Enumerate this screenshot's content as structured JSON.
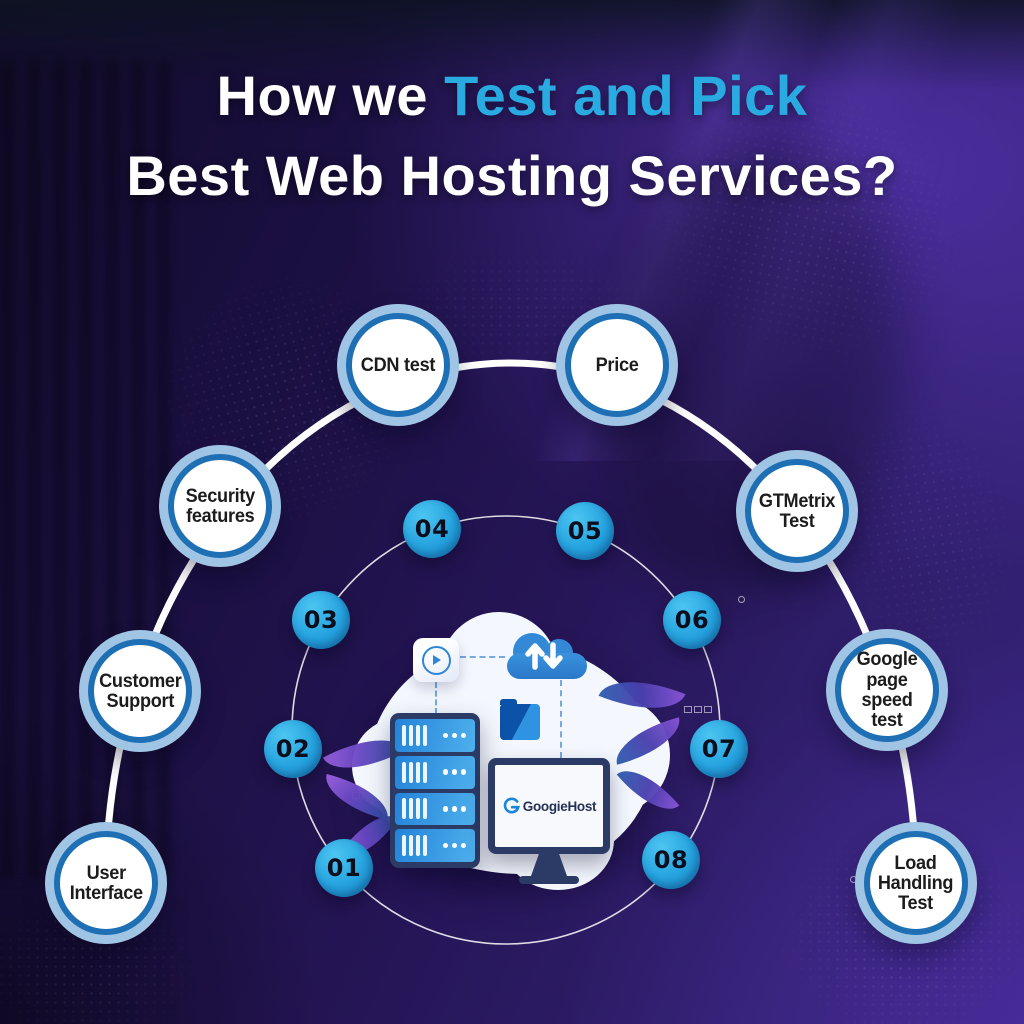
{
  "title": {
    "line1_prefix": "How we",
    "line1_highlight": "Test and Pick",
    "line2": "Best Web Hosting Services?"
  },
  "steps": [
    {
      "number": "01",
      "label": "User\nInterface"
    },
    {
      "number": "02",
      "label": "Customer\nSupport"
    },
    {
      "number": "03",
      "label": "Security\nfeatures"
    },
    {
      "number": "04",
      "label": "CDN test"
    },
    {
      "number": "05",
      "label": "Price"
    },
    {
      "number": "06",
      "label": "GTMetrix\nTest"
    },
    {
      "number": "07",
      "label": "Google\npage speed\ntest"
    },
    {
      "number": "08",
      "label": "Load\nHandling\nTest"
    }
  ],
  "center_illustration": {
    "brand": "GoogieHost",
    "icons": [
      "video-player-icon",
      "cloud-upload-download-icon",
      "folder-icon",
      "server-rack-icon",
      "monitor-icon",
      "leaf-decoration"
    ]
  },
  "colors": {
    "accent_blue": "#29ABE2",
    "badge_blue": "#25A2DF",
    "node_ring_dark": "#1E6FB4",
    "node_ring_light": "#9FC4E4",
    "background_purple": "#2A1A5E",
    "label_text": "#1C1C1C",
    "connector": "#FFFFFF"
  }
}
